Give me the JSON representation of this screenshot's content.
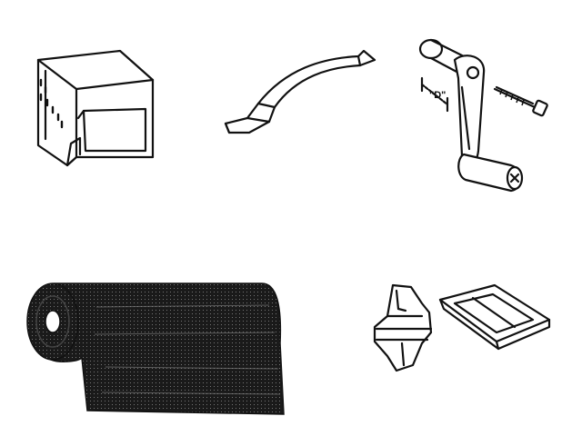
{
  "illustrations": [
    {
      "name": "square-channel-tube"
    },
    {
      "name": "curved-bracket"
    },
    {
      "name": "window-crank-handle",
      "dimension_label": "\"D\""
    },
    {
      "name": "screen-mesh-roll"
    },
    {
      "name": "latch-clip-and-frame"
    }
  ]
}
